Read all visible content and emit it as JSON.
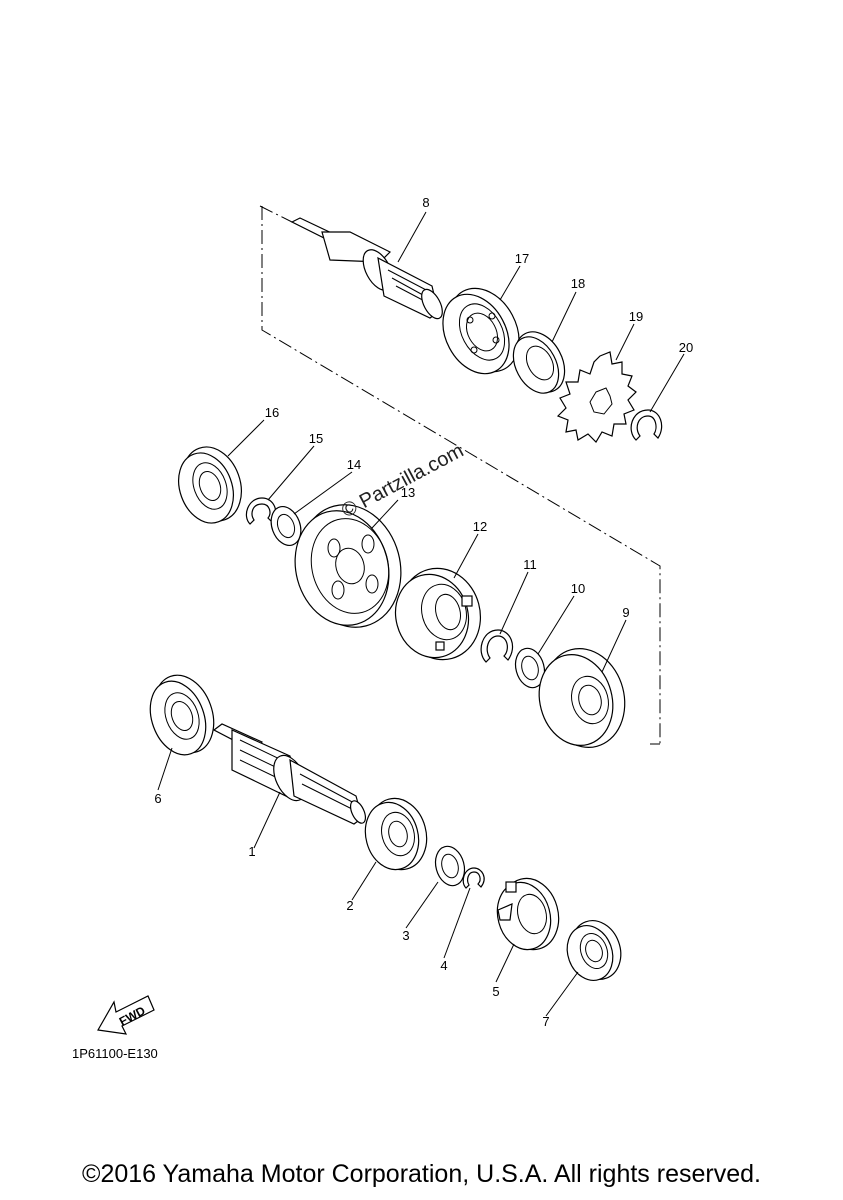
{
  "diagram": {
    "part_labels": [
      "1",
      "2",
      "3",
      "4",
      "5",
      "6",
      "7",
      "8",
      "9",
      "10",
      "11",
      "12",
      "13",
      "14",
      "15",
      "16",
      "17",
      "18",
      "19",
      "20"
    ],
    "diagram_code": "1P61100-E130",
    "fwd_label": "FWD",
    "watermark": "© Partzilla.com"
  },
  "footer": {
    "copyright": "©2016 Yamaha Motor Corporation, U.S.A. All rights reserved."
  }
}
